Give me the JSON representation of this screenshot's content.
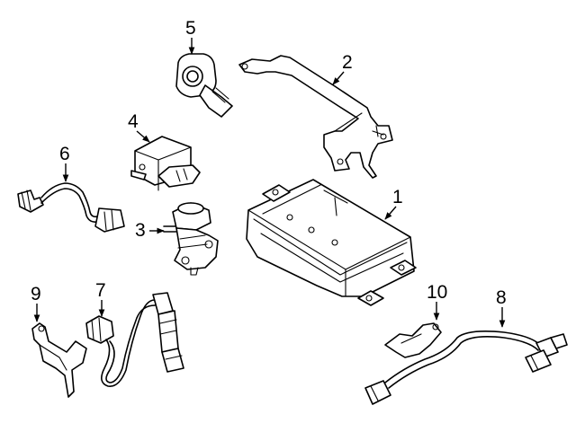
{
  "callouts": [
    {
      "id": "canister",
      "label": "1"
    },
    {
      "id": "bracket",
      "label": "2"
    },
    {
      "id": "purge-valve",
      "label": "3"
    },
    {
      "id": "pressure-sensor",
      "label": "4"
    },
    {
      "id": "knock-sensor",
      "label": "5"
    },
    {
      "id": "oxygen-sensor-upper-left",
      "label": "6"
    },
    {
      "id": "oxygen-sensor-lower-left",
      "label": "7"
    },
    {
      "id": "oxygen-sensor-right",
      "label": "8"
    },
    {
      "id": "sensor-bracket-left",
      "label": "9"
    },
    {
      "id": "sensor-bracket-right",
      "label": "10"
    }
  ]
}
